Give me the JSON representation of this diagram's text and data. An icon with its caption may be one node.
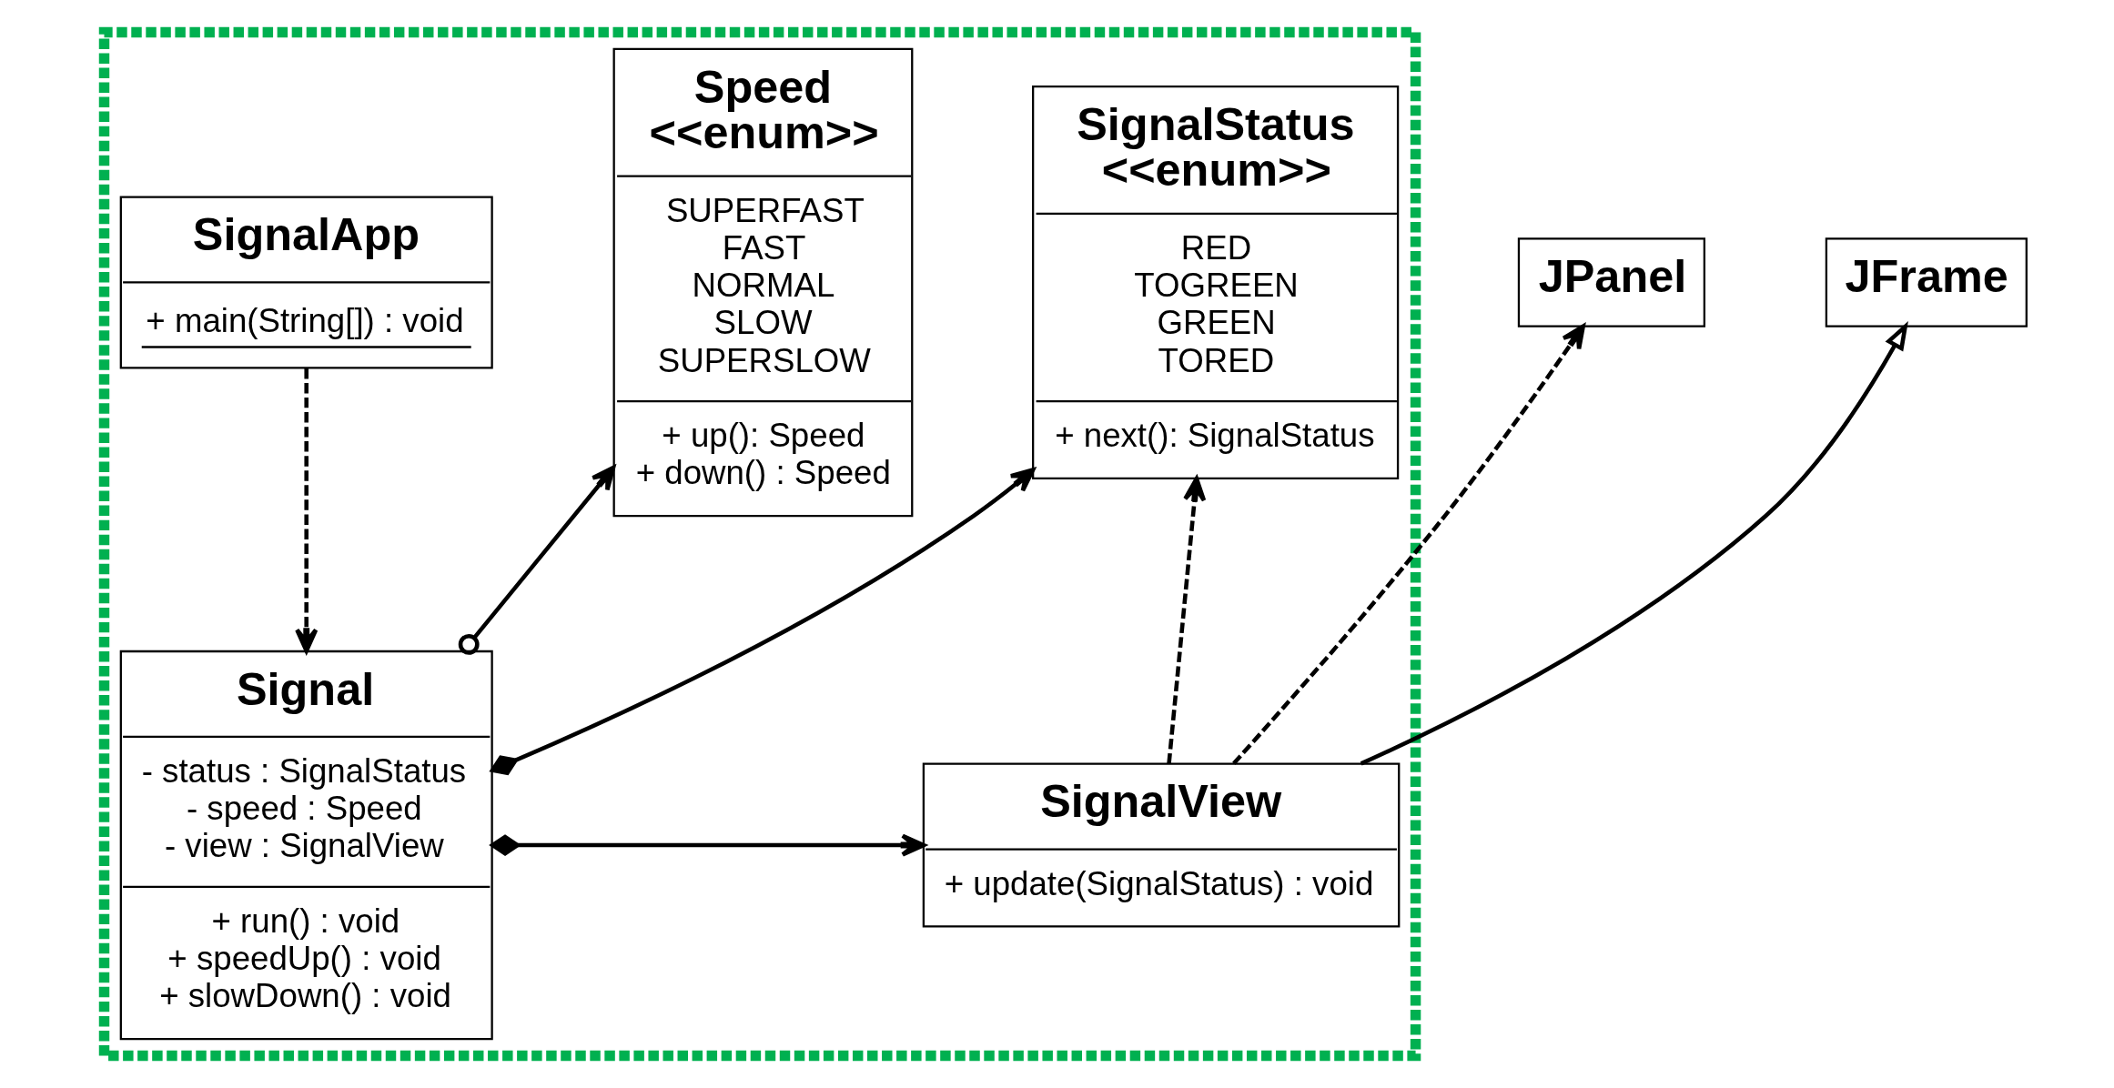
{
  "diagram": {
    "nodes": [
      {
        "text": [],
        "shape": "box"
      },
      {
        "text": [
          "JPanel"
        ]
      },
      {
        "text": [
          "JFrame"
        ]
      },
      {
        "text": [
          "Signal",
          "- status : SignalStatus - speed : Speed - view : SignalView",
          "+ run() : void + speedUp() : void + slowDown() : void"
        ],
        "in": 0
      },
      {
        "text": [
          "SignalView",
          "+ update(SignalStatus) : void"
        ],
        "in": 0
      },
      {
        "text": [
          "Speed <<enum>>",
          "SUPERFAST FAST NORMAL SLOW SUPERSLOW",
          "+ up(): Speed + down() : Speed"
        ],
        "in": 0
      },
      {
        "text": [
          "SignalStatus <<enum>>",
          "RED TOGREEN GREEN TORED",
          "+ next(): SignalStatus"
        ],
        "in": 0
      },
      {
        "text": [
          "SignalApp",
          "+ main(String[]) : void"
        ],
        "in": 0
      }
    ],
    "edges": [
      {
        "from": 4,
        "to": 1,
        "arrow": "to",
        "style": "dashed"
      },
      {
        "from": 4,
        "to": 2,
        "arrow": "to"
      },
      {
        "from": 3,
        "to": 4,
        "arrow": "to"
      },
      {
        "from": 3,
        "to": 6,
        "arrow": "to"
      },
      {
        "from": 3,
        "to": 5,
        "arrow": "to"
      },
      {
        "from": 4,
        "to": 6,
        "arrow": "to",
        "style": "dashed"
      },
      {
        "from": 7,
        "to": 3,
        "arrow": "to",
        "style": "dashed"
      }
    ]
  }
}
